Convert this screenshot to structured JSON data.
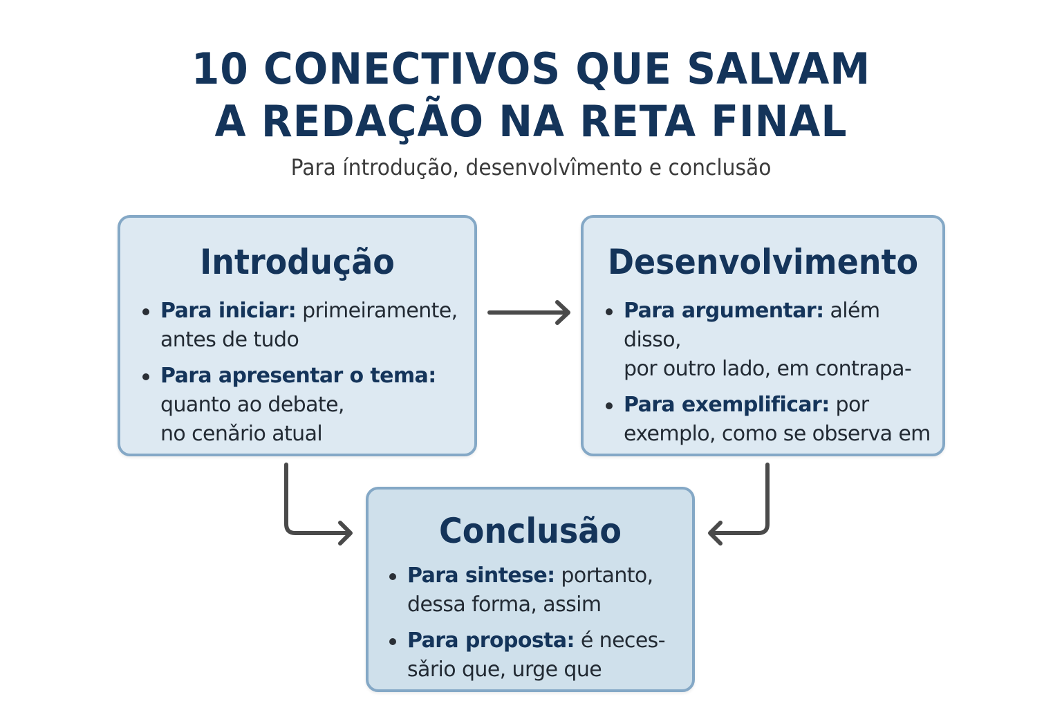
{
  "header": {
    "title_line1": "10 CONECTIVOS QUE SALVAM",
    "title_line2": "A REDAÇÃO NA RETA FINAL",
    "subtitle": "Para íntrodução, desenvolvîmento e conclusão"
  },
  "colors": {
    "title": "#14345a",
    "box_border": "#84a8c6",
    "box_fill": "#dde9f2",
    "box_fill_conclusion": "#cfe0eb",
    "arrow": "#4a4a4a"
  },
  "boxes": {
    "introducao": {
      "title": "Introdução",
      "items": [
        {
          "label": "Para iniciar:",
          "line1": " primeiramente,",
          "line2": "antes de tudo",
          "line3": ""
        },
        {
          "label": "Para apresentar o tema:",
          "line1": "",
          "line2": "quanto ao debate,",
          "line3": "no cenǎrio atual"
        }
      ]
    },
    "desenvolvimento": {
      "title": "Desenvolvimento",
      "items": [
        {
          "label": "Para argumentar:",
          "line1": " além disso,",
          "line2": "por outro lado, em contrapa-"
        },
        {
          "label": "Para exemplificar:",
          "line1": " por",
          "line2": "exemplo, como se observa em"
        }
      ]
    },
    "conclusao": {
      "title": "Conclusão",
      "items": [
        {
          "label": "Para sintese:",
          "line1": " portanto,",
          "line2": "dessa forma, assim"
        },
        {
          "label": "Para proposta:",
          "line1": " é neces-",
          "line2": "sǎrio que, urge que"
        }
      ]
    }
  },
  "arrows": [
    {
      "from": "introducao",
      "to": "desenvolvimento"
    },
    {
      "from": "introducao",
      "to": "conclusao"
    },
    {
      "from": "desenvolvimento",
      "to": "conclusao"
    }
  ]
}
